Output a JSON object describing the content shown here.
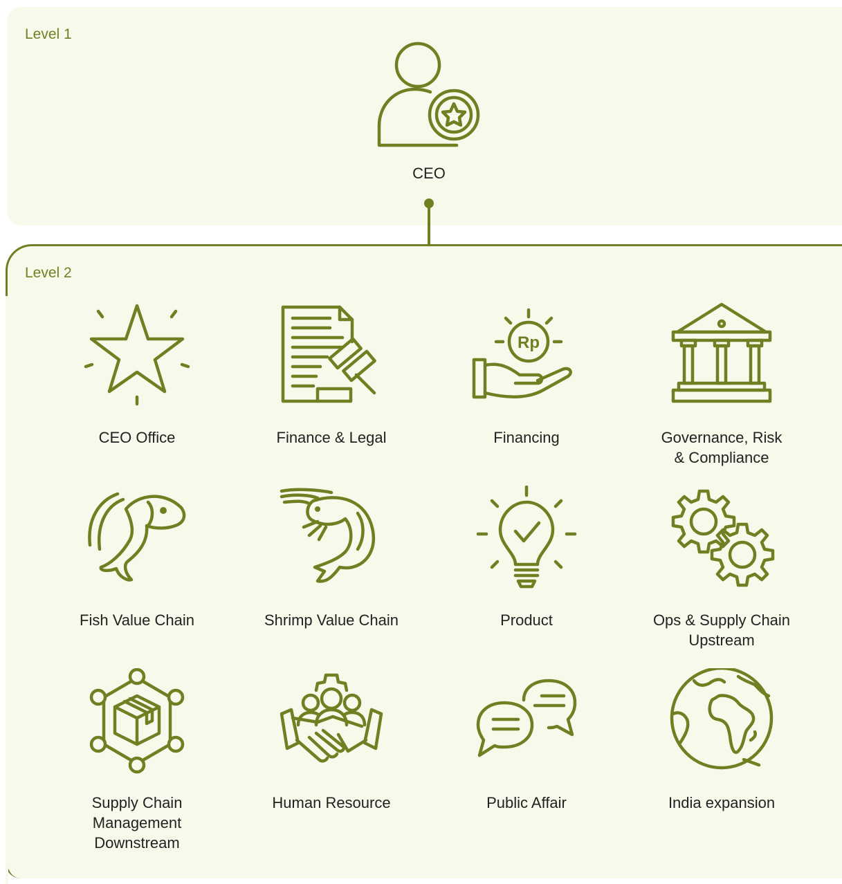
{
  "levels": [
    {
      "label": "Level 1"
    },
    {
      "label": "Level 2"
    }
  ],
  "ceo": {
    "label": "CEO",
    "icon": "user-star-icon"
  },
  "units": [
    {
      "label": "CEO Office",
      "icon": "star-icon"
    },
    {
      "label": "Finance & Legal",
      "icon": "document-gavel-icon"
    },
    {
      "label": "Financing",
      "icon": "hand-rupiah-coin-icon"
    },
    {
      "label": "Governance, Risk\n& Compliance",
      "icon": "bank-building-icon"
    },
    {
      "label": "Fish Value Chain",
      "icon": "fish-icon"
    },
    {
      "label": "Shrimp Value Chain",
      "icon": "shrimp-icon"
    },
    {
      "label": "Product",
      "icon": "lightbulb-check-icon"
    },
    {
      "label": "Ops & Supply Chain\nUpstream",
      "icon": "gears-icon"
    },
    {
      "label": "Supply Chain\nManagement\nDownstream",
      "icon": "box-network-icon"
    },
    {
      "label": "Human Resource",
      "icon": "people-handshake-icon"
    },
    {
      "label": "Public Affair",
      "icon": "chat-bubbles-icon"
    },
    {
      "label": "India expansion",
      "icon": "globe-icon"
    }
  ],
  "colors": {
    "accent": "#6f7f22",
    "panel": "#f7faeb",
    "text": "#222222"
  }
}
